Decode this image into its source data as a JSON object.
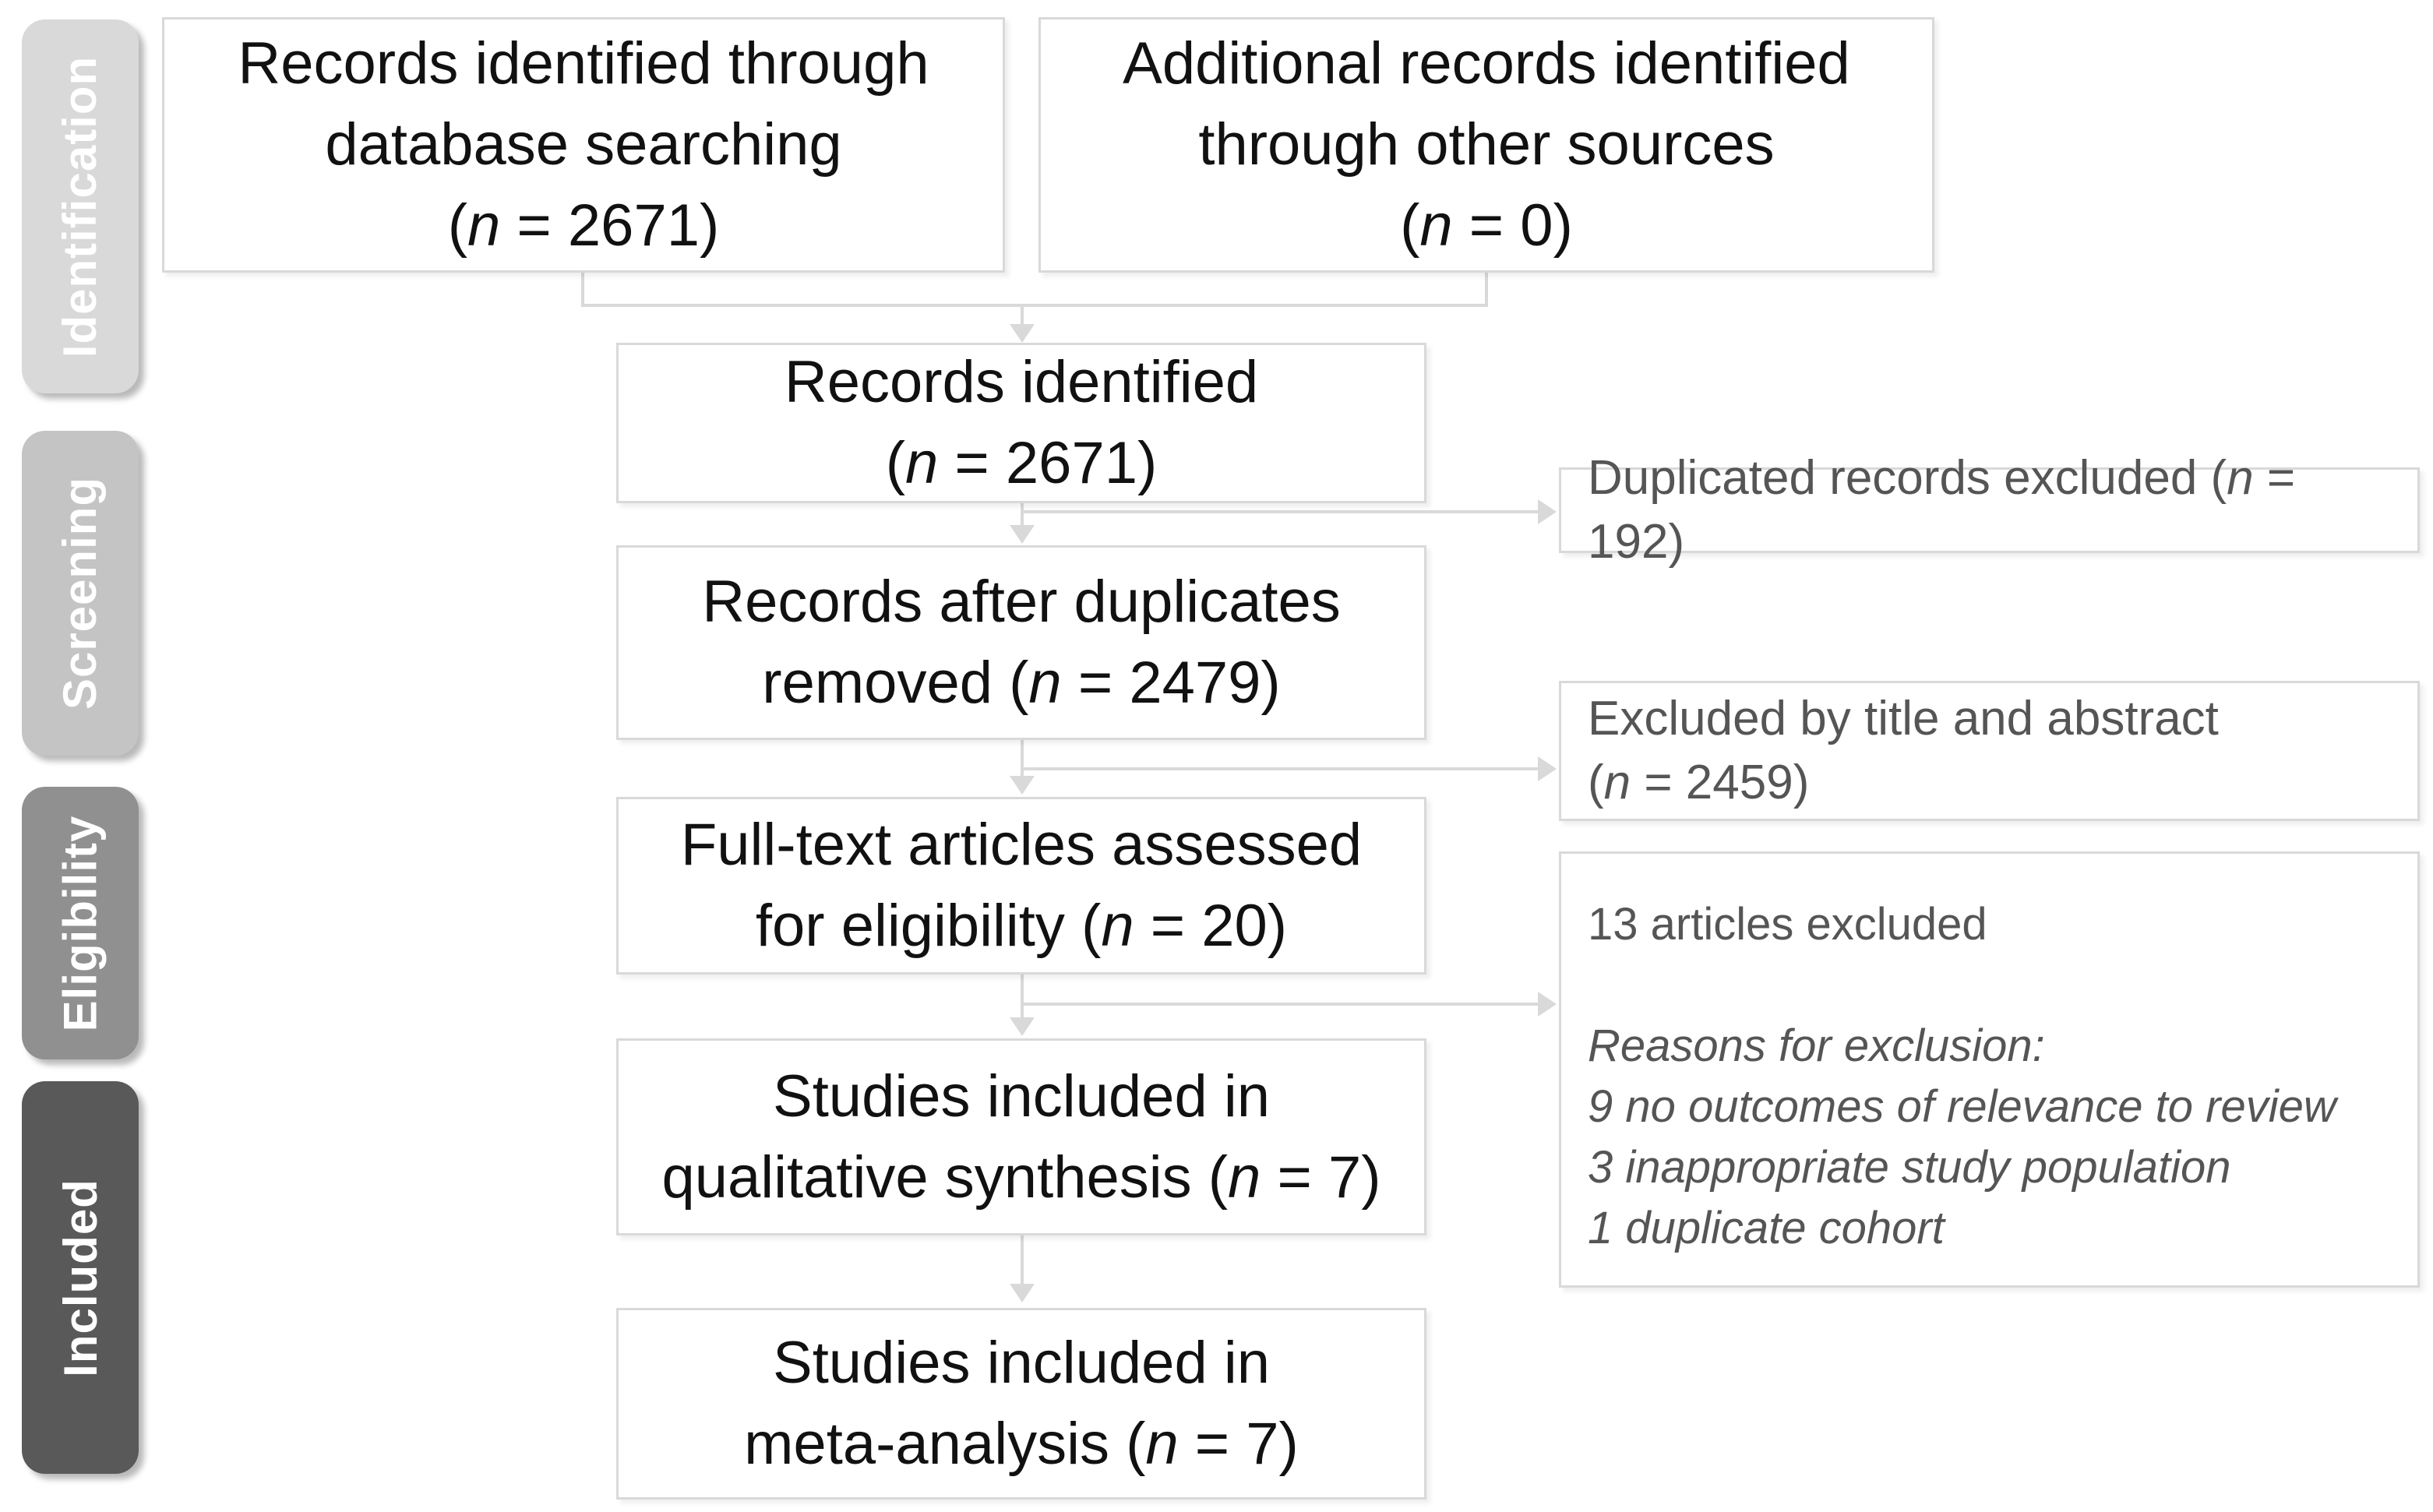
{
  "palette": {
    "stage_identification": "#d9d9d9",
    "stage_screening": "#c4c4c4",
    "stage_eligibility": "#909090",
    "stage_included": "#595959",
    "box_border": "#d9d9d9",
    "connector_line": "#d9d9d9",
    "main_text": "#111111",
    "side_text": "#555555"
  },
  "sidebar": {
    "stages": [
      {
        "label": "Identification",
        "color": "#d9d9d9"
      },
      {
        "label": "Screening",
        "color": "#c4c4c4"
      },
      {
        "label": "Eligibility",
        "color": "#909090"
      },
      {
        "label": "Included",
        "color": "#595959"
      }
    ]
  },
  "flow": {
    "identified_database": {
      "lines": [
        "Records identified through",
        "database searching",
        "(n = 2671)"
      ]
    },
    "identified_other": {
      "lines": [
        "Additional records identified",
        "through other sources",
        "(n = 0)"
      ]
    },
    "records_identified": {
      "lines": [
        "Records identified",
        "(n = 2671)"
      ]
    },
    "after_duplicates": {
      "lines": [
        "Records after duplicates",
        "removed (n = 2479)"
      ]
    },
    "full_text_assessed": {
      "lines": [
        "Full-text articles assessed",
        "for eligibility (n = 20)"
      ]
    },
    "qualitative_synthesis": {
      "lines": [
        "Studies included in",
        "qualitative synthesis (n = 7)"
      ]
    },
    "meta_analysis": {
      "lines": [
        "Studies included in",
        "meta-analysis (n = 7)"
      ]
    }
  },
  "exclusions": {
    "duplicates_excluded": {
      "lines": [
        "Duplicated records excluded (n = 192)"
      ]
    },
    "title_abstract_excluded": {
      "lines": [
        "Excluded by title and abstract",
        "(n = 2459)"
      ]
    },
    "full_text_excluded": {
      "lines": [
        "13 articles excluded",
        "",
        {
          "text": "Reasons for exclusion:",
          "italic": true
        },
        {
          "text": "9 no outcomes of relevance to review",
          "italic": true
        },
        {
          "text": "3 inappropriate study population",
          "italic": true
        },
        {
          "text": "1 duplicate cohort",
          "italic": true
        }
      ]
    }
  }
}
